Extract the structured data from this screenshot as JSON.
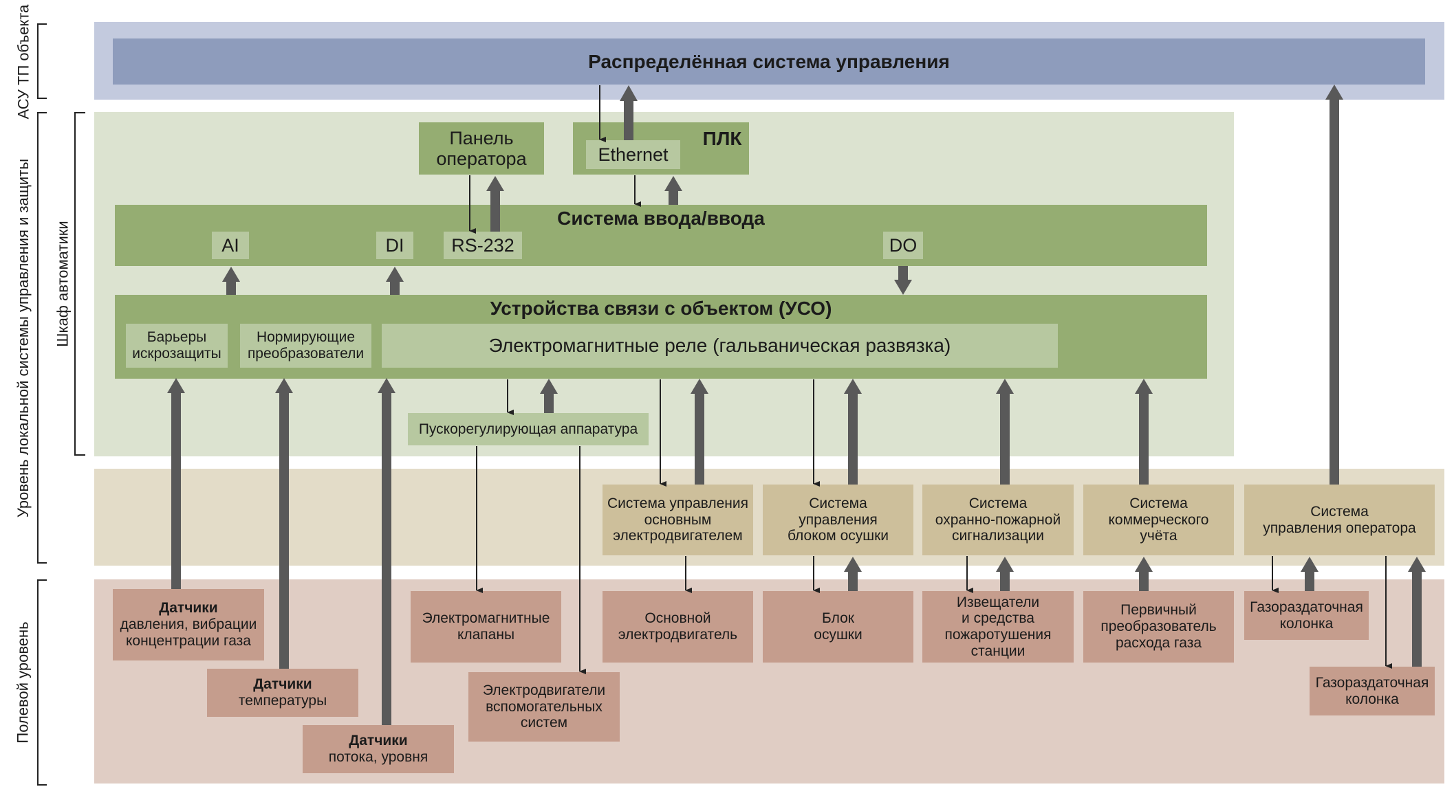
{
  "level_labels": {
    "asu_tp": "АСУ ТП объекта",
    "local_system": "Уровень локальной системы управления и защиты",
    "cabinet": "Шкаф автоматики",
    "field": "Полевой уровень"
  },
  "top": {
    "dcs": "Распределённая система управления"
  },
  "cabinet": {
    "operator_panel": "Панель\nоператора",
    "plc": "ПЛК",
    "ethernet": "Ethernet",
    "io_system": "Система ввода/ввода",
    "ports": {
      "ai": "AI",
      "di": "DI",
      "rs232": "RS-232",
      "do": "DO"
    },
    "uso": "Устройства связи с объектом (УСО)",
    "barriers": "Барьеры\nискрозащиты",
    "normalizers": "Нормирующие\nпреобразователи",
    "relays": "Электромагнитные реле (гальваническая развязка)",
    "starters": "Пускорегулирующая аппаратура"
  },
  "subsystems": {
    "main_motor_ctrl": "Система управления\nосновным\nэлектродвигателем",
    "dryer_ctrl": "Система\nуправления\nблоком осушки",
    "fire_alarm": "Система\nохранно-пожарной\nсигнализации",
    "metering": "Система\nкоммерческого\nучёта",
    "operator_ctrl": "Система\nуправления оператора"
  },
  "field": {
    "pressure_sensors_title": "Датчики",
    "pressure_sensors_text": "давления, вибрации\nконцентрации газа",
    "temp_sensors_title": "Датчики",
    "temp_sensors_text": "температуры",
    "flow_sensors_title": "Датчики",
    "flow_sensors_text": "потока, уровня",
    "solenoid_valves": "Электромагнитные\nклапаны",
    "aux_motors": "Электродвигатели\nвспомогательных\nсистем",
    "main_motor": "Основной\nэлектродвигатель",
    "dryer_unit": "Блок\nосушки",
    "detectors": "Извещатели\nи средства\nпожаротушения\nстанции",
    "flow_transducer": "Первичный\nпреобразователь\nрасхода газа",
    "dispenser_1": "Газораздаточная\nколонка",
    "dispenser_2": "Газораздаточная\nколонка"
  },
  "colors": {
    "asu_zone": "#c3cade",
    "dcs_bar": "#8e9cbc",
    "cabinet_zone": "#dce3d0",
    "green_box": "#95ad72",
    "light_green_box": "#b7c8a0",
    "subsystem_zone": "#e3dcc8",
    "subsystem_box": "#cdbf9b",
    "field_zone": "#e0cdc4",
    "field_box": "#c59d8d",
    "arrow": "#595959"
  }
}
